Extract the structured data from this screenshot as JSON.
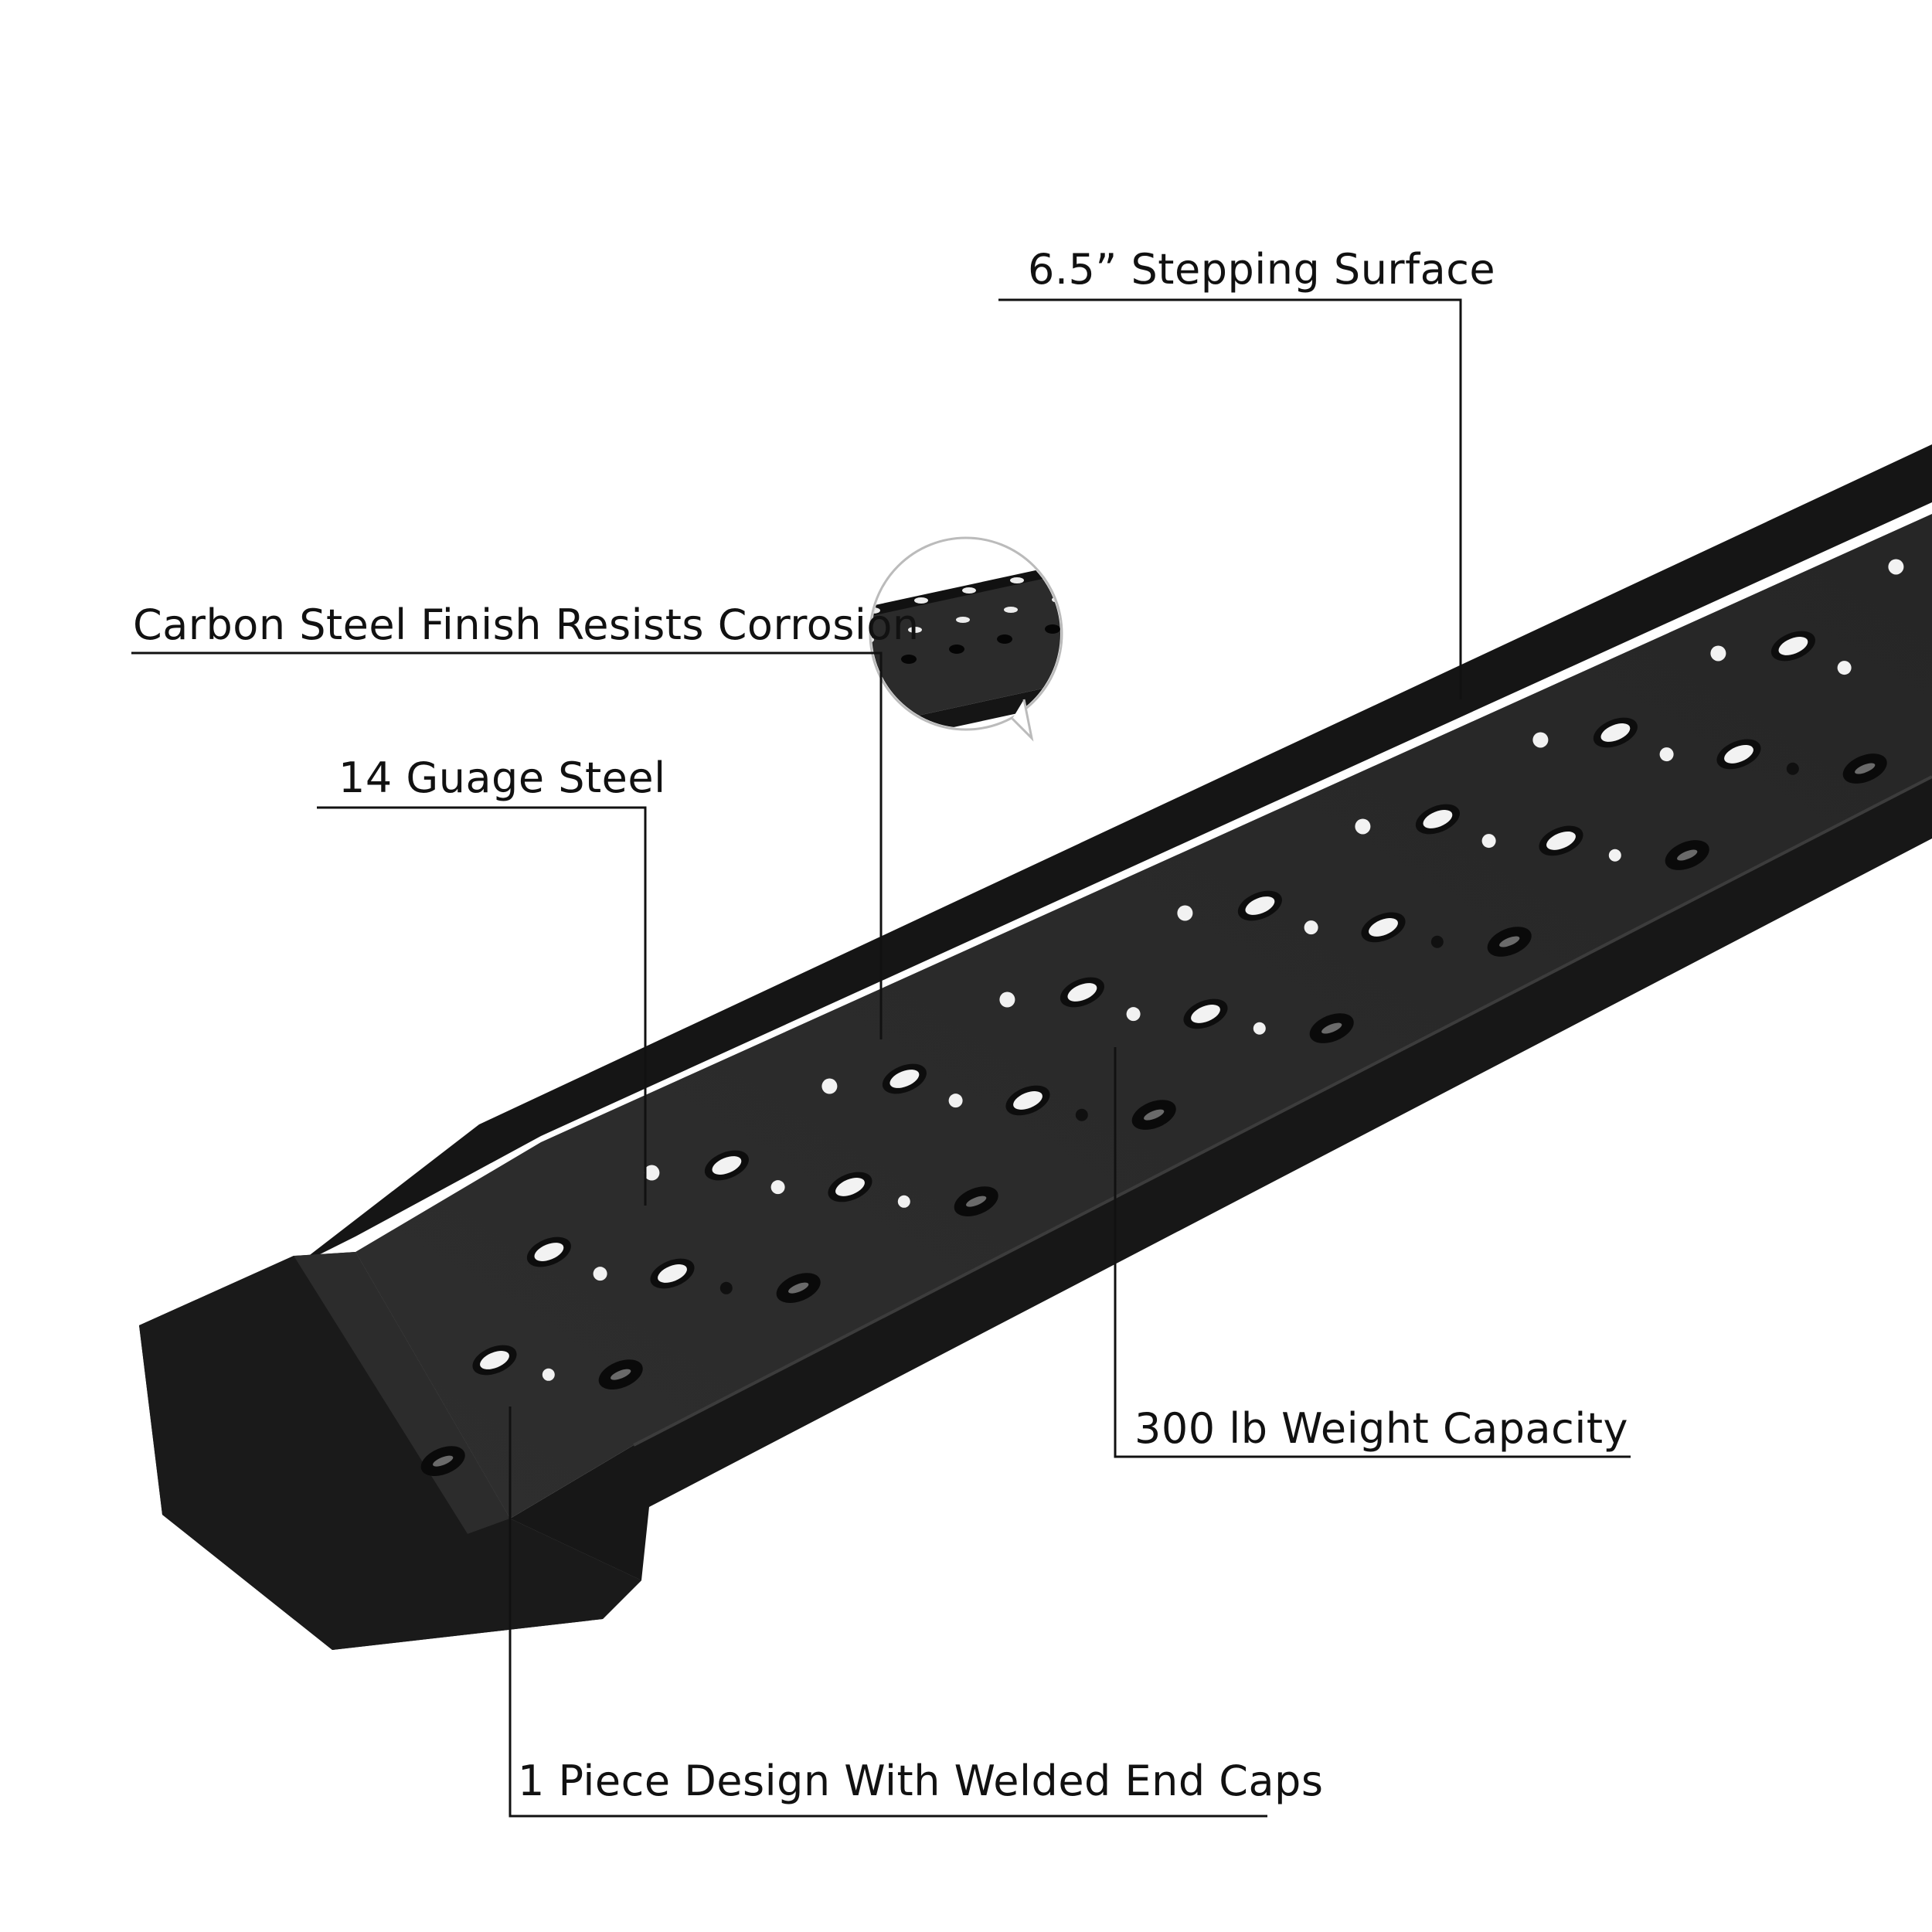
{
  "product": {
    "name": "running-board",
    "colors": {
      "body": "#1b1b1b",
      "top_surface": "#2a2a2a",
      "edge_highlight": "#3a3a3a",
      "hole_light": "#f2f2f2",
      "hole_dark": "#0a0a0a",
      "leader_line": "#111111"
    }
  },
  "callouts": {
    "stepping_surface": "6.5” Stepping Surface",
    "carbon_steel": "Carbon Steel Finish Resists Corrosion",
    "gauge_steel": "14 Guage Steel",
    "weight_capacity": "300 lb Weight Capacity",
    "one_piece": "1 Piece Design With Welded End Caps"
  },
  "inset": {
    "name": "zoom-detail-of-perforated-surface"
  }
}
